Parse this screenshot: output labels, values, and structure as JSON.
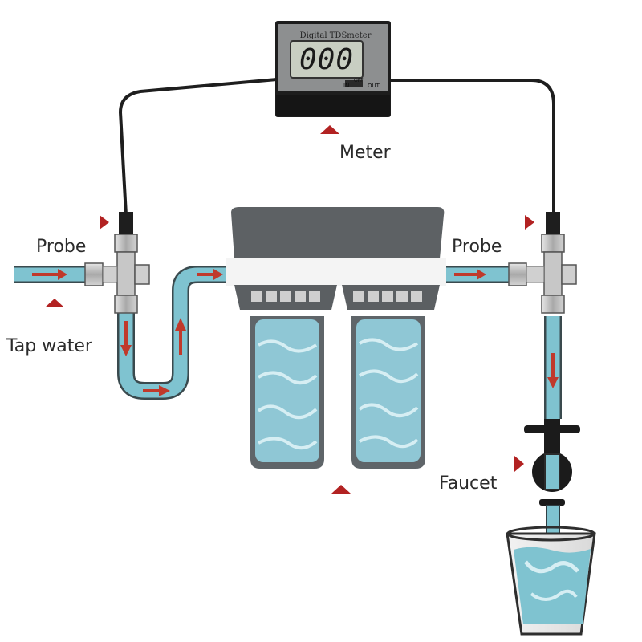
{
  "labels": {
    "meter": "Meter",
    "probe_left": "Probe",
    "probe_right": "Probe",
    "tap_water": "Tap water",
    "faucet": "Faucet"
  },
  "meter": {
    "brand": "Digital  TDSmeter",
    "reading": "000",
    "switch_in": "IN",
    "switch_off": "OFF",
    "switch_out": "OUT"
  },
  "colors": {
    "water": "#7fc3d0",
    "pipe_outline": "#3a4a4e",
    "arrow": "#c0392b",
    "cable": "#1e1e1e",
    "housing": "#5d6164",
    "canister": "#5f6569",
    "cartridge": "#8fc7d5",
    "fitting": "#b9b9b9",
    "lcd": "#c8cec2"
  }
}
